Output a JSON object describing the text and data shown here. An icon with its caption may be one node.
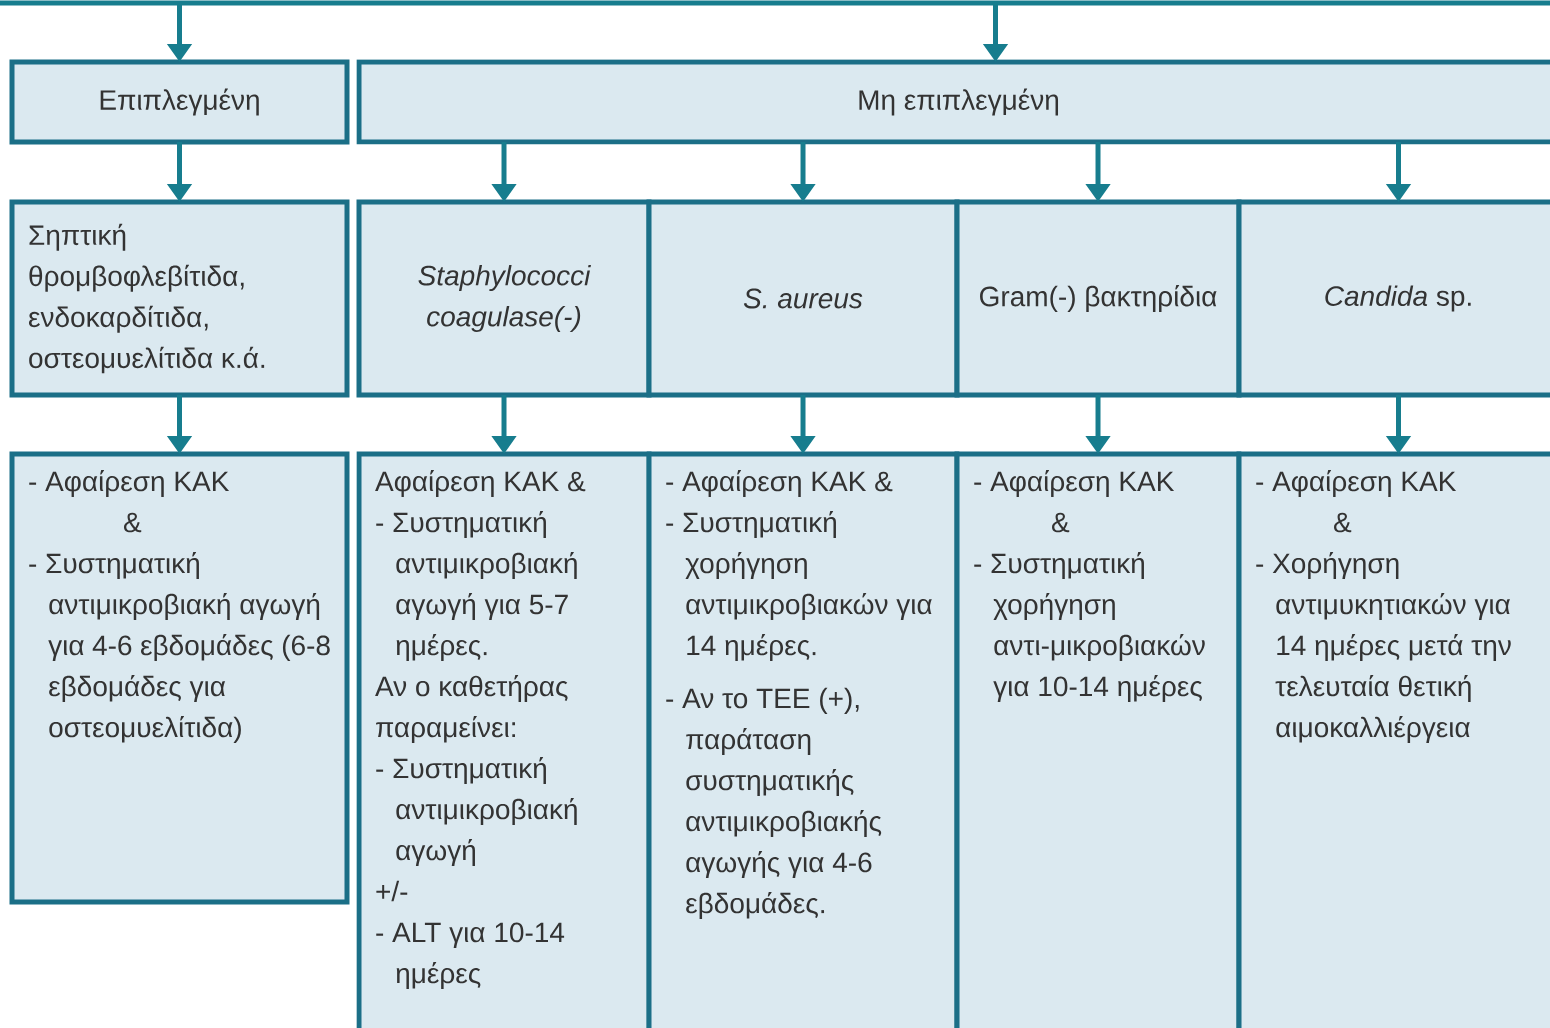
{
  "diagram": {
    "nodes": [
      {
        "text": [
          "Επιπλεγμένη"
        ]
      },
      {
        "text": [
          "Μη επιπλεγμένη"
        ]
      },
      {
        "text": [
          "Σηπτική θρομβοφλεβίτιδα, ενδοκαρδίτιδα, οστεομυελίτιδα κ.ά."
        ]
      },
      {
        "text": [
          "Staphylococci coagulase(-)"
        ]
      },
      {
        "text": [
          "S. aureus"
        ]
      },
      {
        "text": [
          "Gram(-) βακτηρίδια"
        ]
      },
      {
        "text": [
          "*Candida* sp."
        ]
      },
      {
        "text": [
          "- Αφαίρεση ΚΑΚ",
          "&",
          "- Συστηματική αντιμικροβιακή αγωγή για 4-6 εβδομάδες (6-8 εβδομάδες για οστεομυελίτιδα)"
        ]
      },
      {
        "text": [
          "Αφαίρεση ΚΑΚ &",
          "- Συστηματική αντιμικροβιακή αγωγή για 5-7 ημέρες.",
          "Αν ο καθετήρας παραμείνει:",
          "- Συστηματική αντιμικροβιακή αγωγή",
          "+/-",
          "- ALT για 10-14 ημέρες"
        ]
      },
      {
        "text": [
          "- Αφαίρεση ΚΑΚ &",
          "- Συστηματική χορήγηση αντιμικροβιακών για 14 ημέρες.",
          "- Αν το TEE (+), παράταση συστηματικής αντιμικροβιακής αγωγής για 4-6 εβδομάδες."
        ]
      },
      {
        "text": [
          "- Αφαίρεση ΚΑΚ",
          "&",
          "- Συστηματική χορήγηση αντι-μικροβιακών για 10-14 ημέρες"
        ]
      },
      {
        "text": [
          "- Αφαίρεση ΚΑΚ",
          "&",
          "- Χορήγηση αντιμυκητιακών για 14 ημέρες μετά την τελευταία θετική αιμοκαλλιέργεια"
        ]
      }
    ],
    "edges": [
      {
        "from": null,
        "to": 0,
        "arrow": "to"
      },
      {
        "from": null,
        "to": 1,
        "arrow": "to"
      },
      {
        "from": 0,
        "to": 2,
        "arrow": "to"
      },
      {
        "from": 1,
        "to": 3,
        "arrow": "to"
      },
      {
        "from": 1,
        "to": 4,
        "arrow": "to"
      },
      {
        "from": 1,
        "to": 5,
        "arrow": "to"
      },
      {
        "from": 1,
        "to": 6,
        "arrow": "to"
      },
      {
        "from": 2,
        "to": 7,
        "arrow": "to"
      },
      {
        "from": 3,
        "to": 8,
        "arrow": "to"
      },
      {
        "from": 4,
        "to": 9,
        "arrow": "to"
      },
      {
        "from": 5,
        "to": 10,
        "arrow": "to"
      },
      {
        "from": 6,
        "to": 11,
        "arrow": "to"
      }
    ]
  }
}
